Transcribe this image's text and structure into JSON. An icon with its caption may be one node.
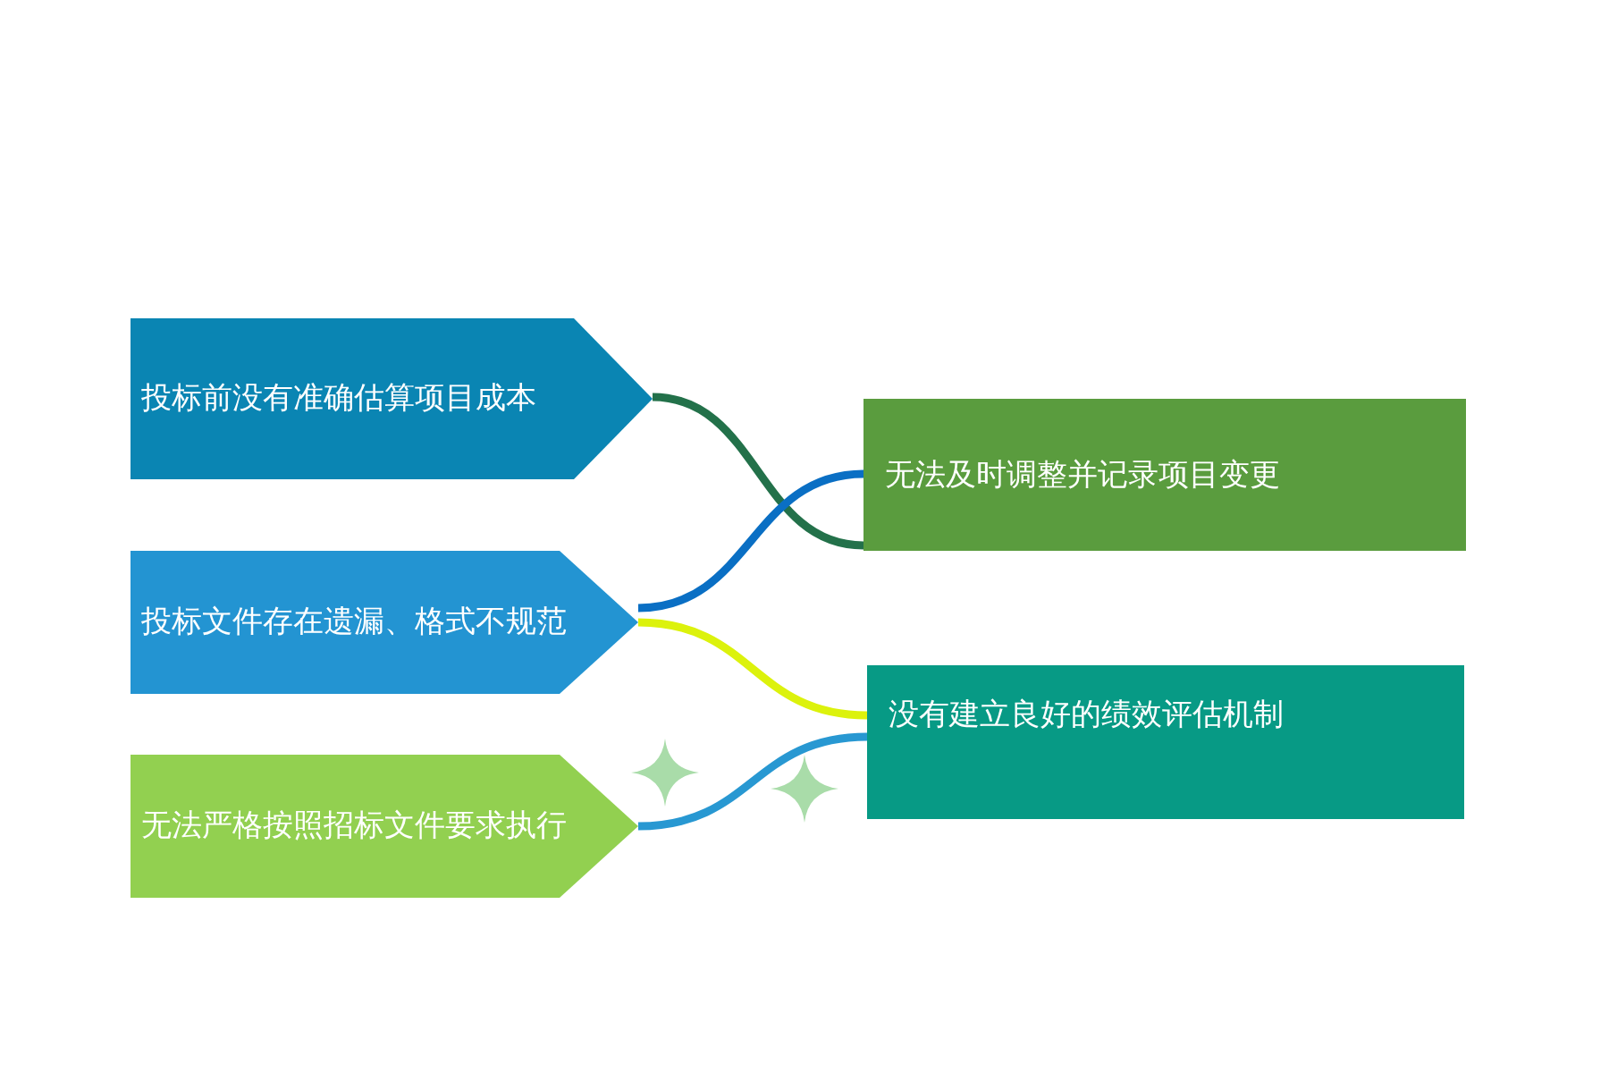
{
  "diagram": {
    "nodes": [
      {
        "text": [
          "投标前没有准确估算项目成本"
        ]
      },
      {
        "text": [
          "投标文件存在遗漏、格式不规范"
        ]
      },
      {
        "text": [
          "无法严格按照招标文件要求执行"
        ]
      },
      {
        "text": [
          "无法及时调整并记录项目变更"
        ]
      },
      {
        "text": [
          "没有建立良好的绩效评估机制"
        ]
      }
    ],
    "edges": [
      {
        "from": 0,
        "to": 3,
        "arrow": "none",
        "color": "#23714a"
      },
      {
        "from": 1,
        "to": 3,
        "arrow": "none",
        "color": "#0a6fc4"
      },
      {
        "from": 1,
        "to": 4,
        "arrow": "none",
        "color": "#dcf20c"
      },
      {
        "from": 2,
        "to": 4,
        "arrow": "none",
        "color": "#2898d2"
      }
    ]
  }
}
